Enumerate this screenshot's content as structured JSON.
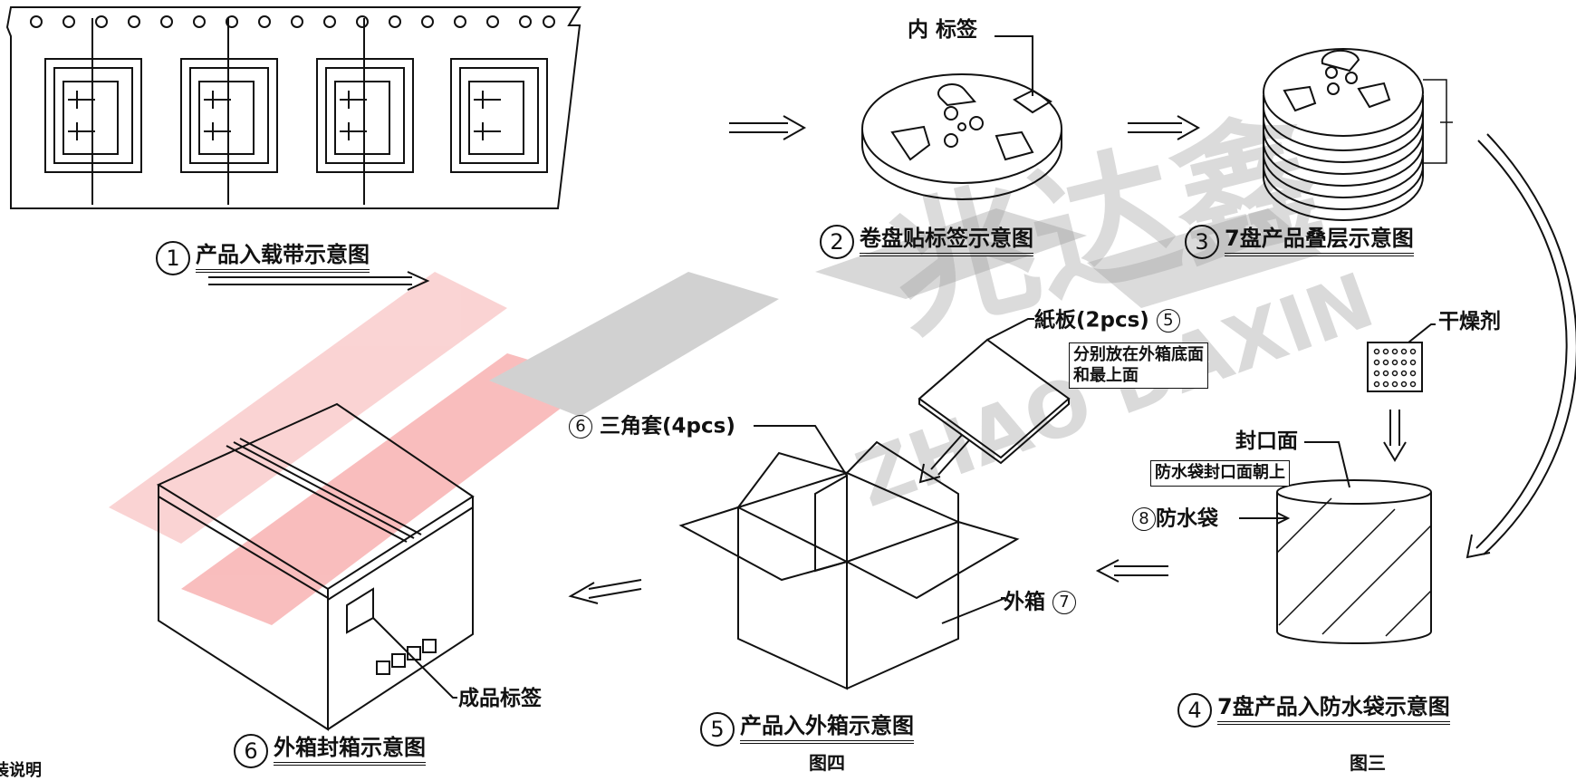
{
  "watermark": {
    "brand_text": "ZHAO DAXIN",
    "brand_cn": "兆达鑫",
    "colors": {
      "red": "#f08080",
      "gray": "#9a9a9a"
    }
  },
  "steps": [
    {
      "num": "1",
      "label": "产品入载带示意图"
    },
    {
      "num": "2",
      "label": "卷盘贴标签示意图"
    },
    {
      "num": "3",
      "label": "7盘产品叠层示意图"
    },
    {
      "num": "4",
      "label": "7盘产品入防水袋示意图"
    },
    {
      "num": "5",
      "label": "产品入外箱示意图"
    },
    {
      "num": "6",
      "label": "外箱封箱示意图"
    }
  ],
  "labels": {
    "inner_label": "内 标签",
    "desiccant": "干燥剂",
    "cardboard": "紙板(2pcs)",
    "cardboard_num": "5",
    "cardboard_note": "分别放在外箱底面\n和最上面",
    "corner": "三角套(4pcs)",
    "corner_num": "6",
    "seal_face": "封口面",
    "seal_note": "防水袋封口面朝上",
    "bag": "防水袋",
    "bag_num": "8",
    "outer_box": "外箱",
    "outer_box_num": "7",
    "finished_label": "成品标签",
    "fig4": "图四",
    "fig3": "图三",
    "corner_text": "装说明"
  }
}
